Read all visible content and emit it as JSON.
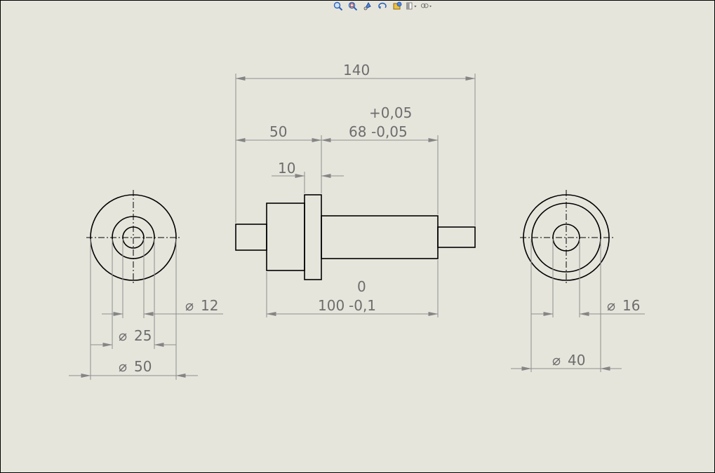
{
  "toolbar": {
    "icons": [
      "zoom-to-fit-icon",
      "zoom-area-icon",
      "previous-view-icon",
      "rotate-view-icon",
      "pan-view-icon",
      "display-style-icon",
      "hide-show-items-icon"
    ]
  },
  "dimensions": {
    "overall_length": "140",
    "left_shoulder_length": "50",
    "collar_width": "10",
    "body_length_nominal": "68",
    "body_length_tol_upper": "+0,05",
    "body_length_tol_lower": "-0,05",
    "center_length_tol_upper": "0",
    "center_length_nominal": "100",
    "center_length_tol_lower": "-0,1"
  },
  "left_view": {
    "dia_bore": "12",
    "dia_mid": "25",
    "dia_outer": "50",
    "diameter_symbol": "⌀"
  },
  "right_view": {
    "dia_bore": "16",
    "dia_outer": "40",
    "diameter_symbol": "⌀"
  }
}
